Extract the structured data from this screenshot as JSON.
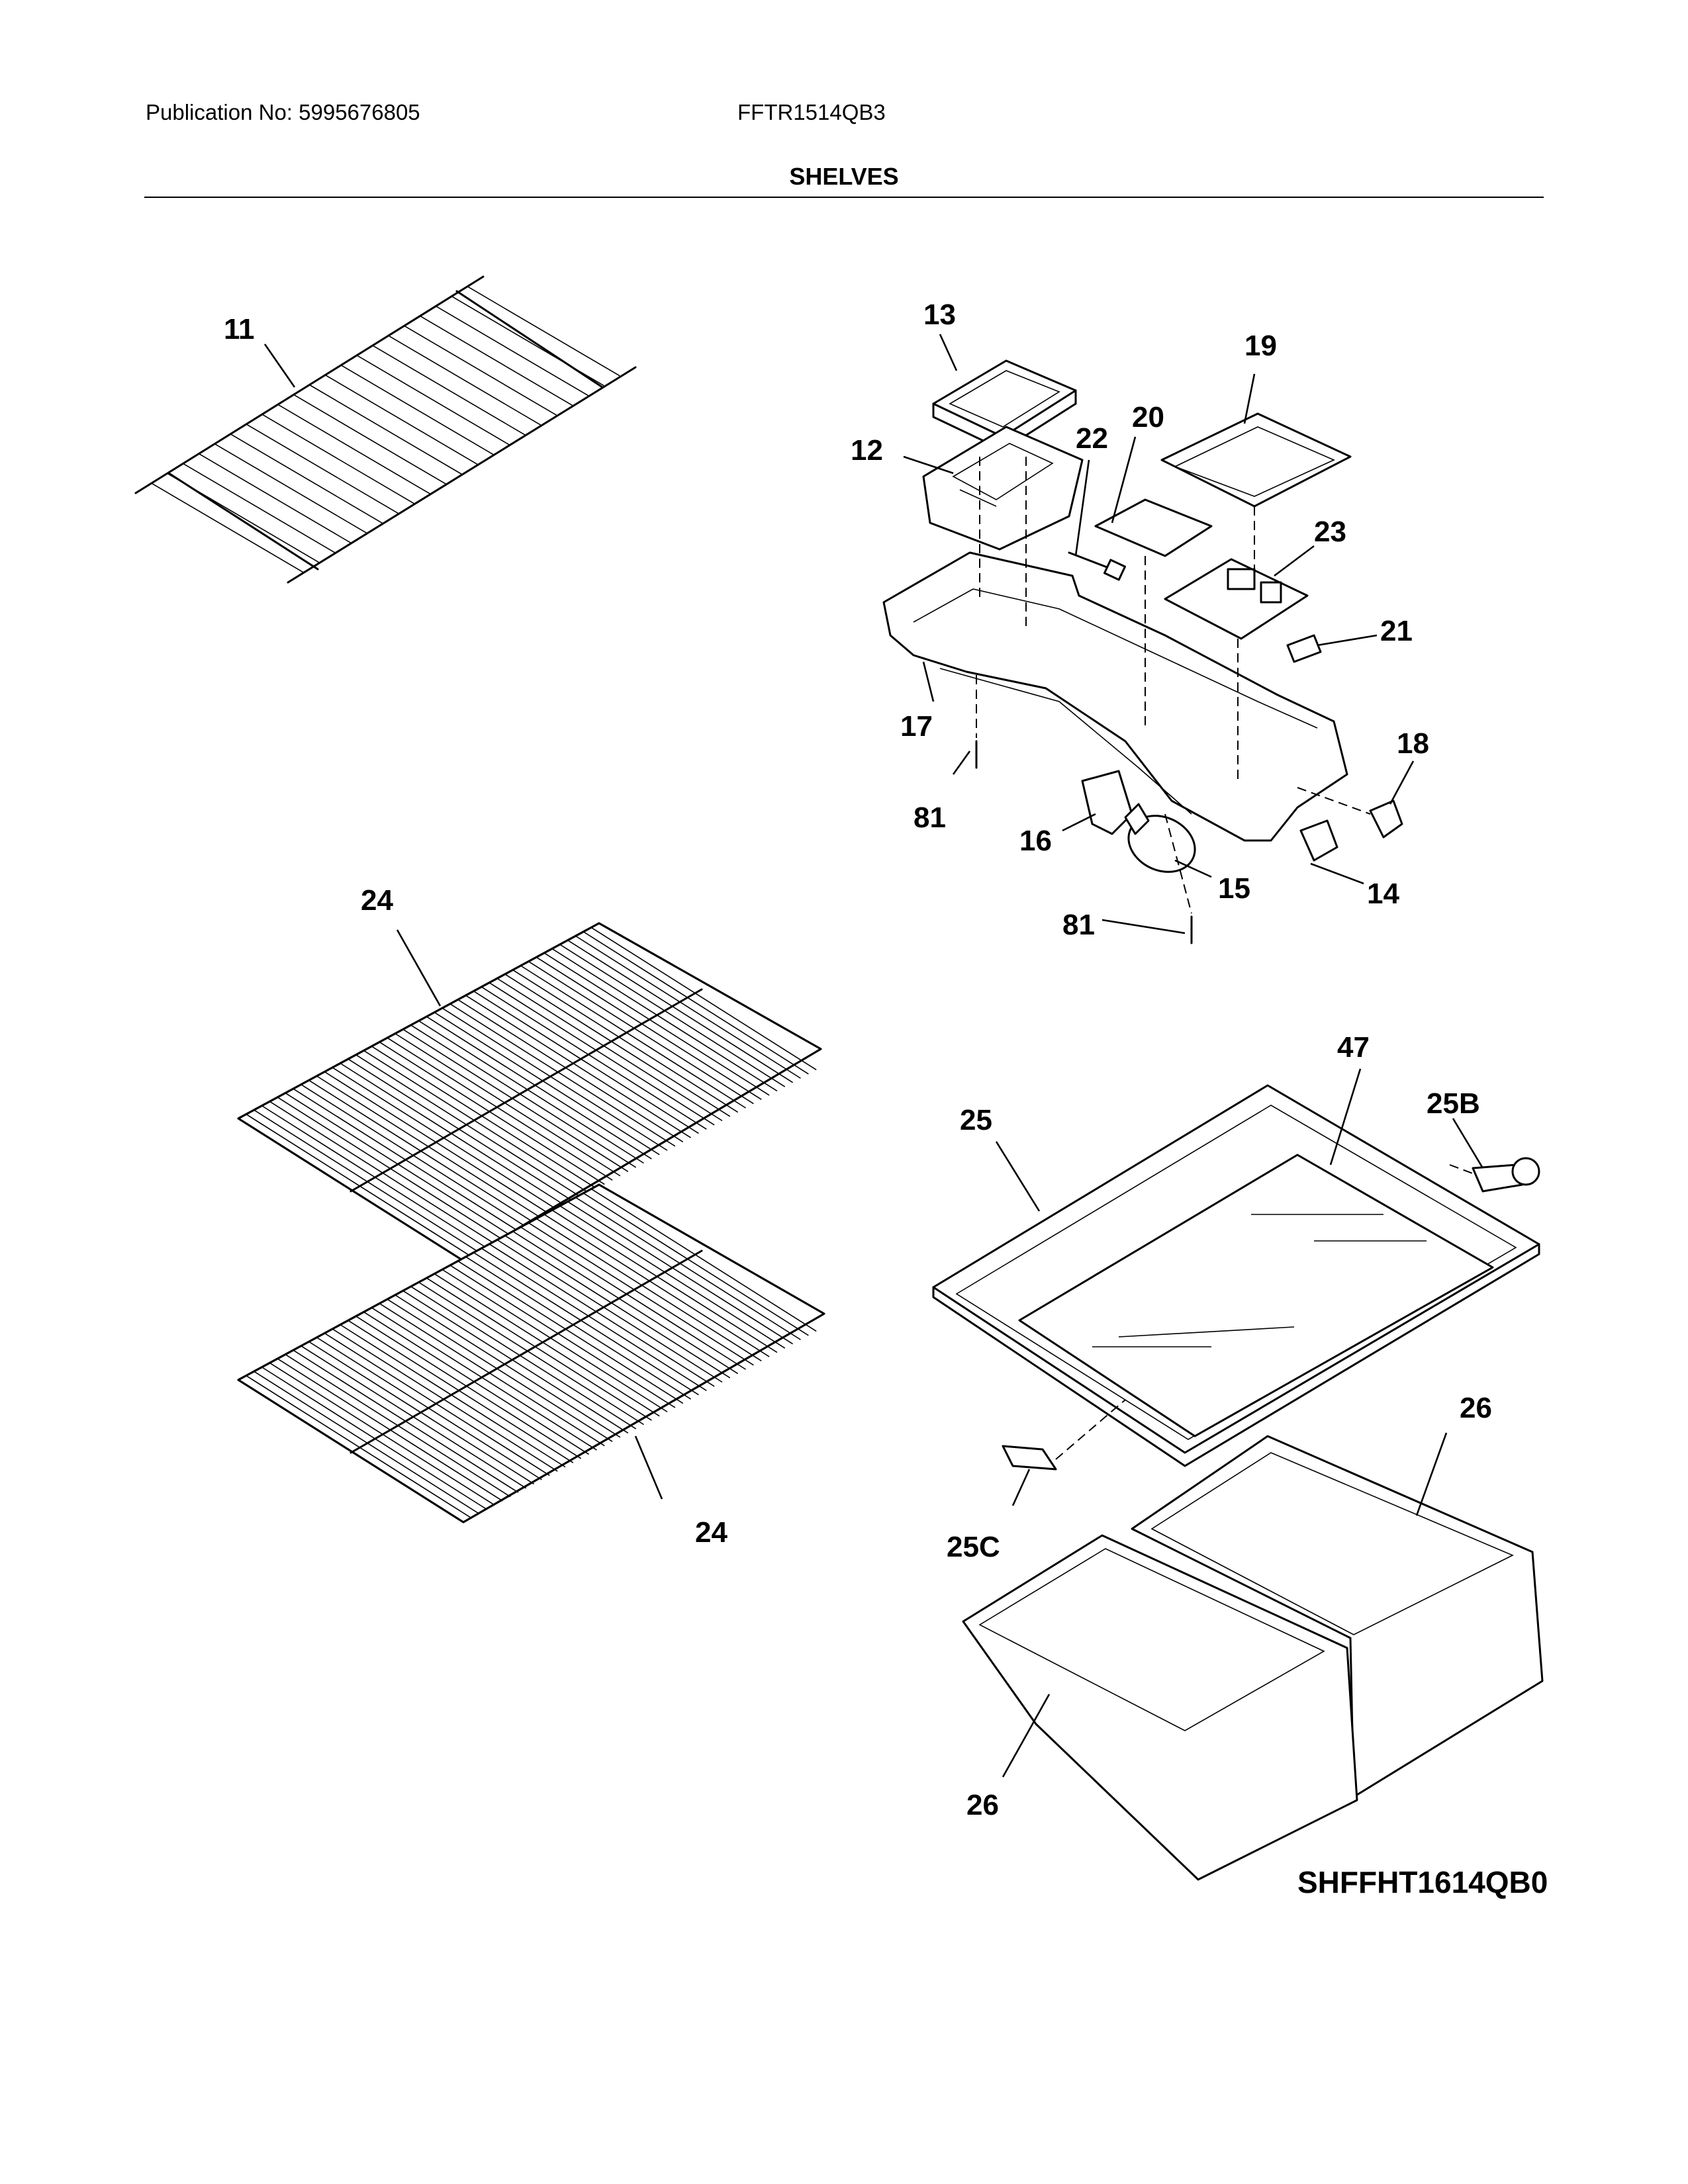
{
  "header": {
    "publication": "Publication No: 5995676805",
    "model": "FFTR1514QB3",
    "section_title": "SHELVES"
  },
  "diagram_code": "SHFFHT1614QB0",
  "callouts": [
    {
      "id": "11",
      "label": "11"
    },
    {
      "id": "12",
      "label": "12"
    },
    {
      "id": "13",
      "label": "13"
    },
    {
      "id": "14",
      "label": "14"
    },
    {
      "id": "15",
      "label": "15"
    },
    {
      "id": "16",
      "label": "16"
    },
    {
      "id": "17",
      "label": "17"
    },
    {
      "id": "18",
      "label": "18"
    },
    {
      "id": "19",
      "label": "19"
    },
    {
      "id": "20",
      "label": "20"
    },
    {
      "id": "21",
      "label": "21"
    },
    {
      "id": "22",
      "label": "22"
    },
    {
      "id": "23",
      "label": "23"
    },
    {
      "id": "24a",
      "label": "24"
    },
    {
      "id": "24b",
      "label": "24"
    },
    {
      "id": "25",
      "label": "25"
    },
    {
      "id": "25B",
      "label": "25B"
    },
    {
      "id": "25C",
      "label": "25C"
    },
    {
      "id": "26a",
      "label": "26"
    },
    {
      "id": "26b",
      "label": "26"
    },
    {
      "id": "47",
      "label": "47"
    },
    {
      "id": "81a",
      "label": "81"
    },
    {
      "id": "81b",
      "label": "81"
    }
  ]
}
